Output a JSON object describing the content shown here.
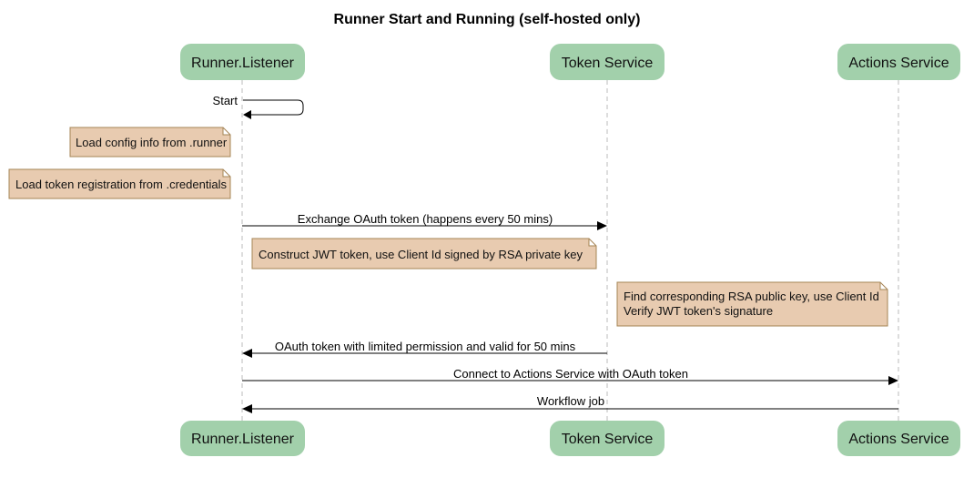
{
  "title": "Runner Start and Running (self-hosted only)",
  "participants": [
    "Runner.Listener",
    "Token Service",
    "Actions Service"
  ],
  "colors": {
    "participant": "#a2d0ab",
    "note": "#e8cbb0",
    "note_border": "#a58455",
    "lifeline": "#bbbbbb"
  },
  "messages": [
    {
      "from": "Runner.Listener",
      "to": "Runner.Listener",
      "label": "Start"
    },
    {
      "from": "Runner.Listener",
      "to": "Token Service",
      "label": "Exchange OAuth token (happens every 50 mins)"
    },
    {
      "from": "Token Service",
      "to": "Runner.Listener",
      "label": "OAuth token with limited permission and valid for 50 mins"
    },
    {
      "from": "Runner.Listener",
      "to": "Actions Service",
      "label": "Connect to Actions Service with OAuth token"
    },
    {
      "from": "Actions Service",
      "to": "Runner.Listener",
      "label": "Workflow job"
    }
  ],
  "notes": [
    {
      "lines": [
        "Load config info from .runner"
      ]
    },
    {
      "lines": [
        "Load token registration from .credentials"
      ]
    },
    {
      "lines": [
        "Construct JWT token, use Client Id signed by RSA private key"
      ]
    },
    {
      "lines": [
        "Find corresponding RSA public key, use Client Id",
        "Verify JWT token's signature"
      ]
    }
  ]
}
